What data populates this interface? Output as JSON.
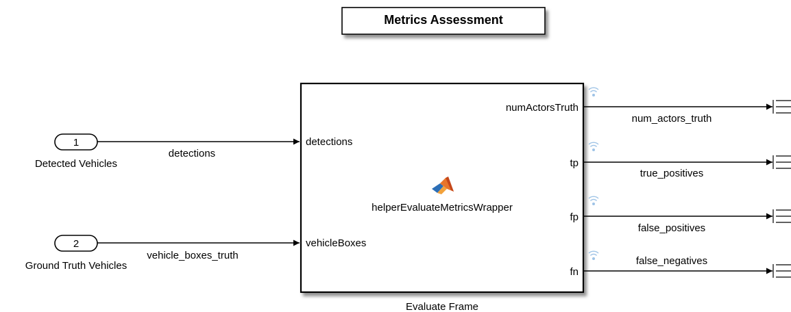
{
  "title_block": {
    "text": "Metrics Assessment"
  },
  "inports": [
    {
      "number": "1",
      "name": "Detected Vehicles",
      "signal": "detections"
    },
    {
      "number": "2",
      "name": "Ground Truth Vehicles",
      "signal": "vehicle_boxes_truth"
    }
  ],
  "subsystem": {
    "name": "Evaluate Frame",
    "function_name": "helperEvaluateMetricsWrapper",
    "icon": "matlab-logo-icon",
    "input_ports": [
      "detections",
      "vehicleBoxes"
    ],
    "output_ports": [
      "numActorsTruth",
      "tp",
      "fp",
      "fn"
    ]
  },
  "outputs": [
    {
      "port": "numActorsTruth",
      "signal": "num_actors_truth",
      "terminator_icon": "terminator-icon",
      "log_icon": "signal-logging-icon"
    },
    {
      "port": "tp",
      "signal": "true_positives",
      "terminator_icon": "terminator-icon",
      "log_icon": "signal-logging-icon"
    },
    {
      "port": "fp",
      "signal": "false_positives",
      "terminator_icon": "terminator-icon",
      "log_icon": "signal-logging-icon"
    },
    {
      "port": "fn",
      "signal": "false_negatives",
      "terminator_icon": "terminator-icon",
      "log_icon": "signal-logging-icon"
    }
  ],
  "colors": {
    "line": "#000000",
    "logging": "#9ec3e6",
    "shadow": "#6e6e6e"
  }
}
